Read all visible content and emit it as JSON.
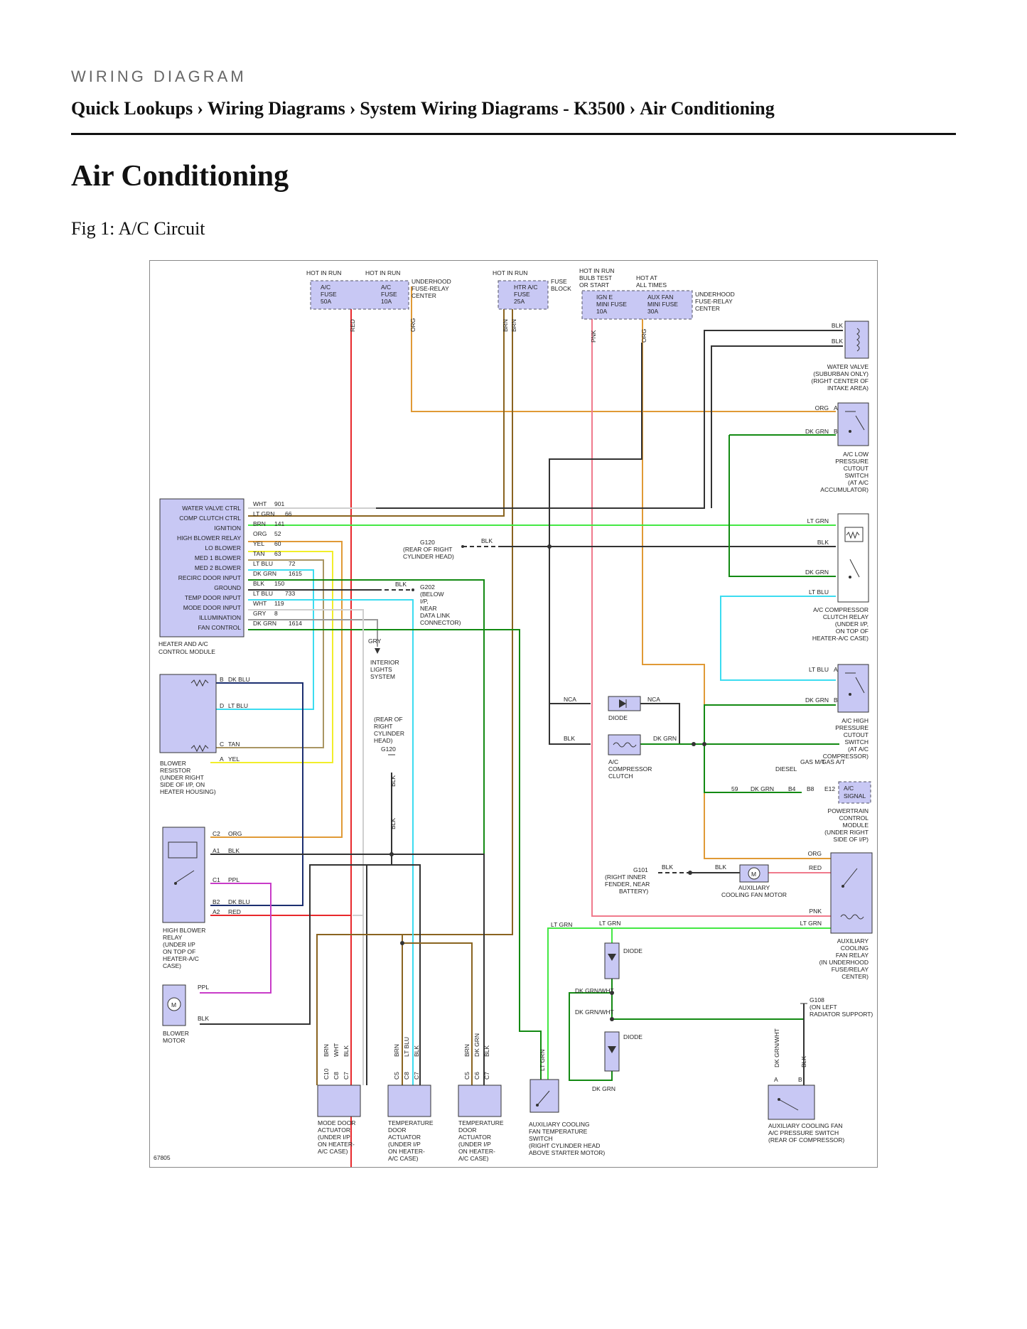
{
  "header": {
    "kicker": "WIRING DIAGRAM",
    "breadcrumb": [
      "Quick Lookups",
      "Wiring Diagrams",
      "System Wiring Diagrams - K3500",
      "Air Conditioning"
    ],
    "separator": "›",
    "title": "Air Conditioning",
    "figure_caption": "Fig 1: A/C Circuit"
  },
  "diagram": {
    "id": "67805",
    "fuse_block_1": {
      "hot_a": "HOT IN RUN",
      "hot_b": "HOT IN RUN",
      "fuse_a": [
        "A/C",
        "FUSE",
        "50A"
      ],
      "fuse_b": [
        "A/C",
        "FUSE",
        "10A"
      ],
      "name": [
        "UNDERHOOD",
        "FUSE-RELAY",
        "CENTER"
      ]
    },
    "fuse_block_2": {
      "hot": "HOT IN RUN",
      "fuse": [
        "HTR A/C",
        "FUSE",
        "25A"
      ],
      "name": [
        "FUSE",
        "BLOCK"
      ]
    },
    "fuse_block_3": {
      "hot_a": [
        "HOT IN RUN",
        "BULB TEST",
        "OR START"
      ],
      "hot_b": [
        "HOT AT",
        "ALL TIMES"
      ],
      "fuse_a": [
        "IGN E",
        "MINI FUSE",
        "10A"
      ],
      "fuse_b": [
        "AUX FAN",
        "MINI FUSE",
        "30A"
      ],
      "name": [
        "UNDERHOOD",
        "FUSE-RELAY",
        "CENTER"
      ]
    },
    "top_wire_labels": [
      "RED",
      "ORG",
      "BRN",
      "BRN",
      "PNK",
      "ORG"
    ],
    "module": {
      "pins": [
        "WATER VALVE CTRL",
        "COMP CLUTCH CTRL",
        "IGNITION",
        "HIGH BLOWER RELAY",
        "LO BLOWER",
        "MED 1 BLOWER",
        "MED 2 BLOWER",
        "RECIRC DOOR INPUT",
        "GROUND",
        "TEMP DOOR INPUT",
        "MODE DOOR INPUT",
        "ILLUMINATION",
        "FAN CONTROL"
      ],
      "wire_colors": [
        "WHT",
        "LT GRN",
        "BRN",
        "ORG",
        "YEL",
        "TAN",
        "LT BLU",
        "DK GRN",
        "BLK",
        "LT BLU",
        "WHT",
        "GRY",
        "DK GRN"
      ],
      "circuits": [
        "901",
        "66",
        "141",
        "52",
        "60",
        "63",
        "72",
        "1615",
        "150",
        "733",
        "119",
        "8",
        "1614"
      ],
      "name": [
        "HEATER AND A/C",
        "CONTROL MODULE"
      ]
    },
    "water_valve": {
      "wires": [
        "BLK",
        "BLK"
      ],
      "name": [
        "WATER VALVE",
        "(SUBURBAN ONLY)",
        "(RIGHT CENTER OF",
        "INTAKE AREA)"
      ]
    },
    "low_switch": {
      "wires": [
        "ORG",
        "DK GRN"
      ],
      "pins": [
        "A",
        "B"
      ],
      "name": [
        "A/C LOW",
        "PRESSURE",
        "CUTOUT",
        "SWITCH",
        "(AT A/C",
        "ACCUMULATOR)"
      ]
    },
    "clutch_relay": {
      "wires": [
        "LT GRN",
        "BLK",
        "DK GRN",
        "LT BLU"
      ],
      "name": [
        "A/C COMPRESSOR",
        "CLUTCH RELAY",
        "(UNDER I/P,",
        "ON TOP OF",
        "HEATER-A/C CASE)"
      ]
    },
    "high_switch": {
      "wires": [
        "LT BLU",
        "DK GRN"
      ],
      "pins": [
        "A",
        "B"
      ],
      "name": [
        "A/C HIGH",
        "PRESSURE",
        "CUTOUT",
        "SWITCH",
        "(AT A/C",
        "COMPRESSOR)"
      ]
    },
    "pcm": {
      "signal": [
        "A/C",
        "SIGNAL"
      ],
      "circuit": "59",
      "wire": "DK GRN",
      "options": [
        "DIESEL",
        "GAS M/T",
        "GAS A/T"
      ],
      "pins": [
        "B4",
        "B8",
        "E12"
      ],
      "name": [
        "POWERTRAIN",
        "CONTROL",
        "MODULE",
        "(UNDER RIGHT",
        "SIDE OF I/P)"
      ]
    },
    "blower_resistor": {
      "pins": [
        "B",
        "D",
        "C",
        "A"
      ],
      "wires": [
        "DK BLU",
        "LT BLU",
        "TAN",
        "YEL"
      ],
      "name": [
        "BLOWER",
        "RESISTOR",
        "(UNDER RIGHT",
        "SIDE OF I/P, ON",
        "HEATER HOUSING)"
      ]
    },
    "high_blower_relay": {
      "pins": [
        "C2",
        "A1",
        "C1",
        "B2",
        "A2"
      ],
      "wires": [
        "ORG",
        "BLK",
        "PPL",
        "DK BLU",
        "RED"
      ],
      "name": [
        "HIGH BLOWER",
        "RELAY",
        "(UNDER I/P",
        "ON TOP OF",
        "HEATER-A/C",
        "CASE)"
      ]
    },
    "blower_motor": {
      "symbol": "M",
      "wires": [
        "PPL",
        "BLK"
      ],
      "name": [
        "BLOWER",
        "MOTOR"
      ]
    },
    "g120": {
      "wire": "BLK",
      "name": "G120",
      "desc": [
        "(REAR OF RIGHT",
        "CYLINDER HEAD)"
      ]
    },
    "g202": {
      "wire": "BLK",
      "name": "G202",
      "desc": [
        "(BELOW",
        "I/P,",
        "NEAR",
        "DATA LINK",
        "CONNECTOR)"
      ]
    },
    "interior_lights": {
      "wire": "GRY",
      "name": [
        "INTERIOR",
        "LIGHTS",
        "SYSTEM"
      ]
    },
    "g120_lower": {
      "desc": [
        "(REAR OF",
        "RIGHT",
        "CYLINDER",
        "HEAD)"
      ],
      "name": "G120",
      "wires": [
        "BLK",
        "BLK"
      ]
    },
    "actuators": [
      {
        "wires": [
          "BRN",
          "WHT",
          "BLK"
        ],
        "pins": [
          "C10",
          "C8",
          "C7"
        ],
        "name": [
          "MODE DOOR",
          "ACTUATOR",
          "(UNDER I/P",
          "ON HEATER-",
          "A/C CASE)"
        ]
      },
      {
        "wires": [
          "BRN",
          "LT BLU",
          "BLK"
        ],
        "pins": [
          "C5",
          "C8",
          "C7"
        ],
        "name": [
          "TEMPERATURE",
          "DOOR",
          "ACTUATOR",
          "(UNDER I/P",
          "ON HEATER-",
          "A/C CASE)"
        ]
      },
      {
        "wires": [
          "BRN",
          "DK GRN",
          "BLK"
        ],
        "pins": [
          "C5",
          "C6",
          "C7"
        ],
        "name": [
          "TEMPERATURE",
          "DOOR",
          "ACTUATOR",
          "(UNDER I/P",
          "ON HEATER-",
          "A/C CASE)"
        ]
      }
    ],
    "temp_switch": {
      "wire": "LT GRN",
      "name": [
        "AUXILIARY COOLING",
        "FAN TEMPERATURE",
        "SWITCH",
        "(RIGHT CYLINDER HEAD",
        "ABOVE STARTER MOTOR)"
      ]
    },
    "diode_nca": {
      "wires": [
        "NCA",
        "NCA"
      ],
      "name": "DIODE"
    },
    "compressor_clutch": {
      "wires": [
        "BLK",
        "DK GRN"
      ],
      "name": [
        "A/C",
        "COMPRESSOR",
        "CLUTCH"
      ]
    },
    "g101": {
      "name": "G101",
      "desc": [
        "(RIGHT INNER",
        "FENDER, NEAR",
        "BATTERY)"
      ],
      "wires": [
        "BLK",
        "BLK"
      ]
    },
    "aux_fan_motor": {
      "symbol": "M",
      "name": [
        "AUXILIARY",
        "COOLING FAN MOTOR"
      ]
    },
    "aux_relay": {
      "wires": [
        "ORG",
        "RED",
        "PNK",
        "LT GRN"
      ],
      "name": [
        "AUXILIARY",
        "COOLING",
        "FAN RELAY",
        "(IN UNDERHOOD",
        "FUSE/RELAY",
        "CENTER)"
      ]
    },
    "diodes_lower": {
      "wires": [
        "LT GRN",
        "LT GRN",
        "DK GRN/WHT",
        "DK GRN/WHT",
        "DK GRN"
      ],
      "names": [
        "DIODE",
        "DIODE"
      ]
    },
    "g108": {
      "name": "G108",
      "desc": [
        "(ON LEFT",
        "RADIATOR SUPPORT)"
      ]
    },
    "pressure_switch": {
      "wires": [
        "DK GRN/WHT",
        "BLK"
      ],
      "pins": [
        "A",
        "B"
      ],
      "name": [
        "AUXILIARY COOLING FAN",
        "A/C PRESSURE SWITCH",
        "(REAR OF COMPRESSOR)"
      ]
    },
    "colors": {
      "red": "#e8282c",
      "org": "#e09a36",
      "brn": "#8a6420",
      "pnk": "#f07a8c",
      "blk": "#333333",
      "ltgrn": "#44e844",
      "dkgrn": "#138a13",
      "ltblu": "#3cdcf0",
      "yel": "#f2ee2a",
      "tan": "#a99563",
      "wht": "#cfcfcf",
      "gry": "#9a9a9a",
      "ppl": "#c83cc8",
      "dkblu": "#1c2f70",
      "box_fill": "#c8c8f4"
    }
  }
}
